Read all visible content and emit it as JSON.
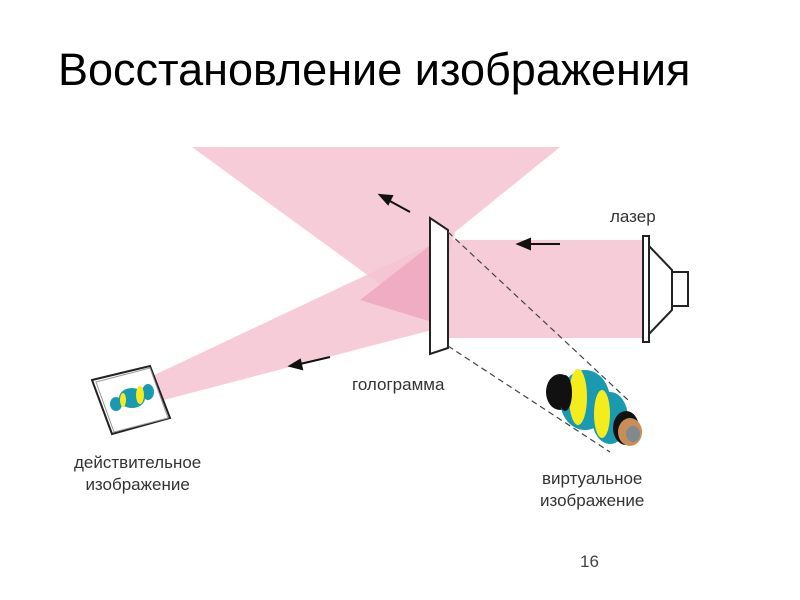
{
  "title": "Восстановление изображения",
  "labels": {
    "laser": "лазер",
    "hologram": "голограмма",
    "real_image_line1": "действительное",
    "real_image_line2": "изображение",
    "virtual_image_line1": "виртуальное",
    "virtual_image_line2": "изображение"
  },
  "page_number": "16",
  "colors": {
    "beam": "#f4c3d2",
    "beam_overlap": "#eea5bd",
    "vase_body": "#1a9ab0",
    "vase_rings": "#f5ec1e",
    "lens": "#c98d57"
  }
}
